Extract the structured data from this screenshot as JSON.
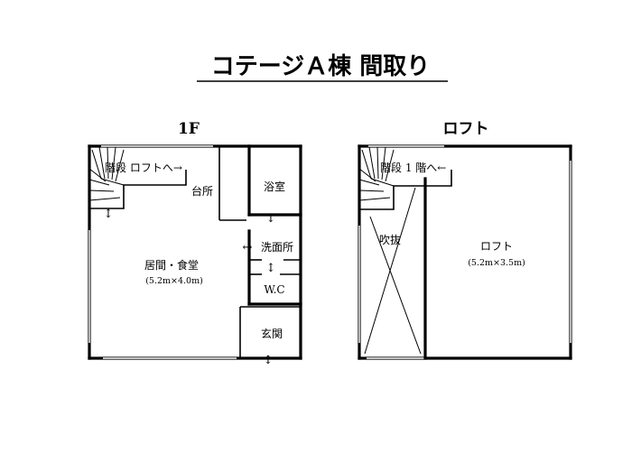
{
  "title": "コテージＡ棟 間取り",
  "floor1": {
    "label": "1F",
    "stairs": "階段 ロフトへ→",
    "kitchen": "台所",
    "bath": "浴室",
    "washroom": "洗面所",
    "living": "居間・食堂",
    "living_size": "(5.2m×4.0m)",
    "toilet": "W.C",
    "entrance": "玄関"
  },
  "loft": {
    "label": "ロフト",
    "stairs": "階段 1 階へ←",
    "void": "吹抜",
    "room": "ロフト",
    "room_size": "(5.2m×3.5m)"
  },
  "door_arrows": {
    "vertical": "↕",
    "horizontal": "↔"
  }
}
